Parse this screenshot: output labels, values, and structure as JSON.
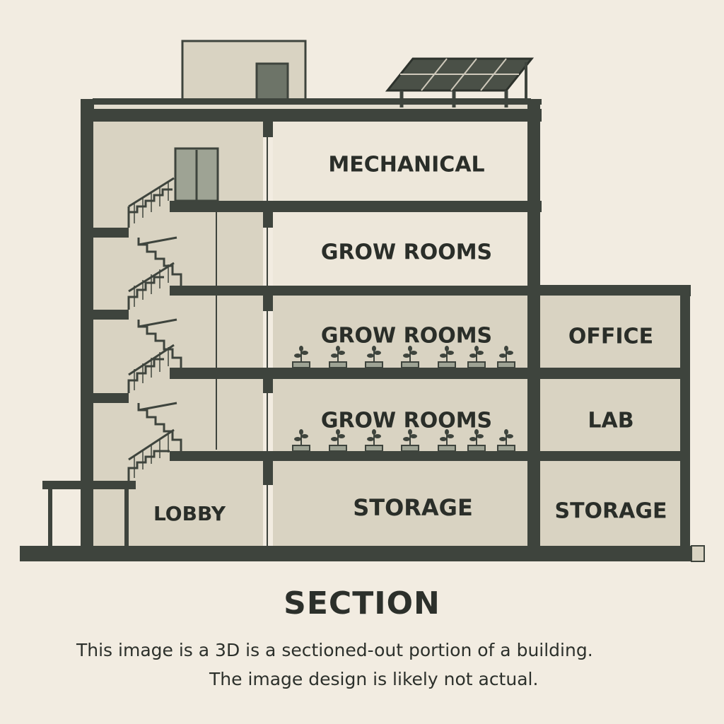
{
  "colors": {
    "background": "#f2ece1",
    "wall": "#3e443d",
    "room_fill": "#d9d3c2",
    "room_light": "#ede7da",
    "door": "#6d7468",
    "text": "#2a2e29"
  },
  "rooms": {
    "mechanical": "MECHANICAL",
    "grow_rooms_4": "GROW ROOMS",
    "grow_rooms_3": "GROW ROOMS",
    "grow_rooms_2": "GROW ROOMS",
    "office": "OFFICE",
    "lab": "LAB",
    "lobby": "LOBBY",
    "storage_main": "STORAGE",
    "storage_annex": "STORAGE"
  },
  "caption": {
    "title": "SECTION",
    "line1": "This image is a 3D is a sectioned-out portion of a building.",
    "line2": "The image design is likely not actual."
  }
}
